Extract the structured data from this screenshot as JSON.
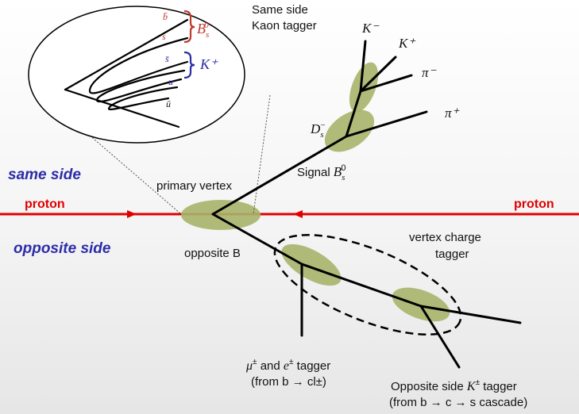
{
  "colors": {
    "side_label": "#2c2ca8",
    "beam": "#e00000",
    "vertex_blob": "#a9b46a",
    "bs_bracket": "#c0392b",
    "kaon_bracket": "#2c2ca8"
  },
  "labels": {
    "same_side": "same side",
    "opposite_side": "opposite side",
    "proton_left": "proton",
    "proton_right": "proton",
    "primary_vertex": "primary vertex",
    "opposite_b": "opposite B",
    "ss_kaon_line1": "Same side",
    "ss_kaon_line2": "Kaon tagger",
    "signal": "Signal",
    "signal_math": "B",
    "signal_sub": "s",
    "signal_sup": "0",
    "vertex_charge_line1": "vertex charge",
    "vertex_charge_line2": "tagger",
    "lepton_line1_mu": "μ",
    "lepton_line1_pm": "±",
    "lepton_line1_and": " and ",
    "lepton_line1_e": "e",
    "lepton_line1_tail": " tagger",
    "lepton_line2": "(from b → cl±)",
    "os_kaon_line1_pre": "Opposite side ",
    "os_kaon_line1_k": "K",
    "os_kaon_line1_post": " tagger",
    "os_kaon_line2": "(from b → c → s cascade)"
  },
  "particles": {
    "k_minus": "K⁻",
    "k_plus": "K⁺",
    "pi_minus": "π⁻",
    "pi_plus": "π⁺",
    "ds_minus_base": "D",
    "ds_minus_sub": "s",
    "ds_minus_sup": "−"
  },
  "inset": {
    "quark_b_bar": "b̄",
    "quark_s": "s",
    "quark_s_bar": "s̄",
    "quark_u": "u",
    "quark_u_bar": "ū",
    "bs_label": "B",
    "bs_sub": "s",
    "bs_sup": "0",
    "kaon_label": "K⁺"
  }
}
